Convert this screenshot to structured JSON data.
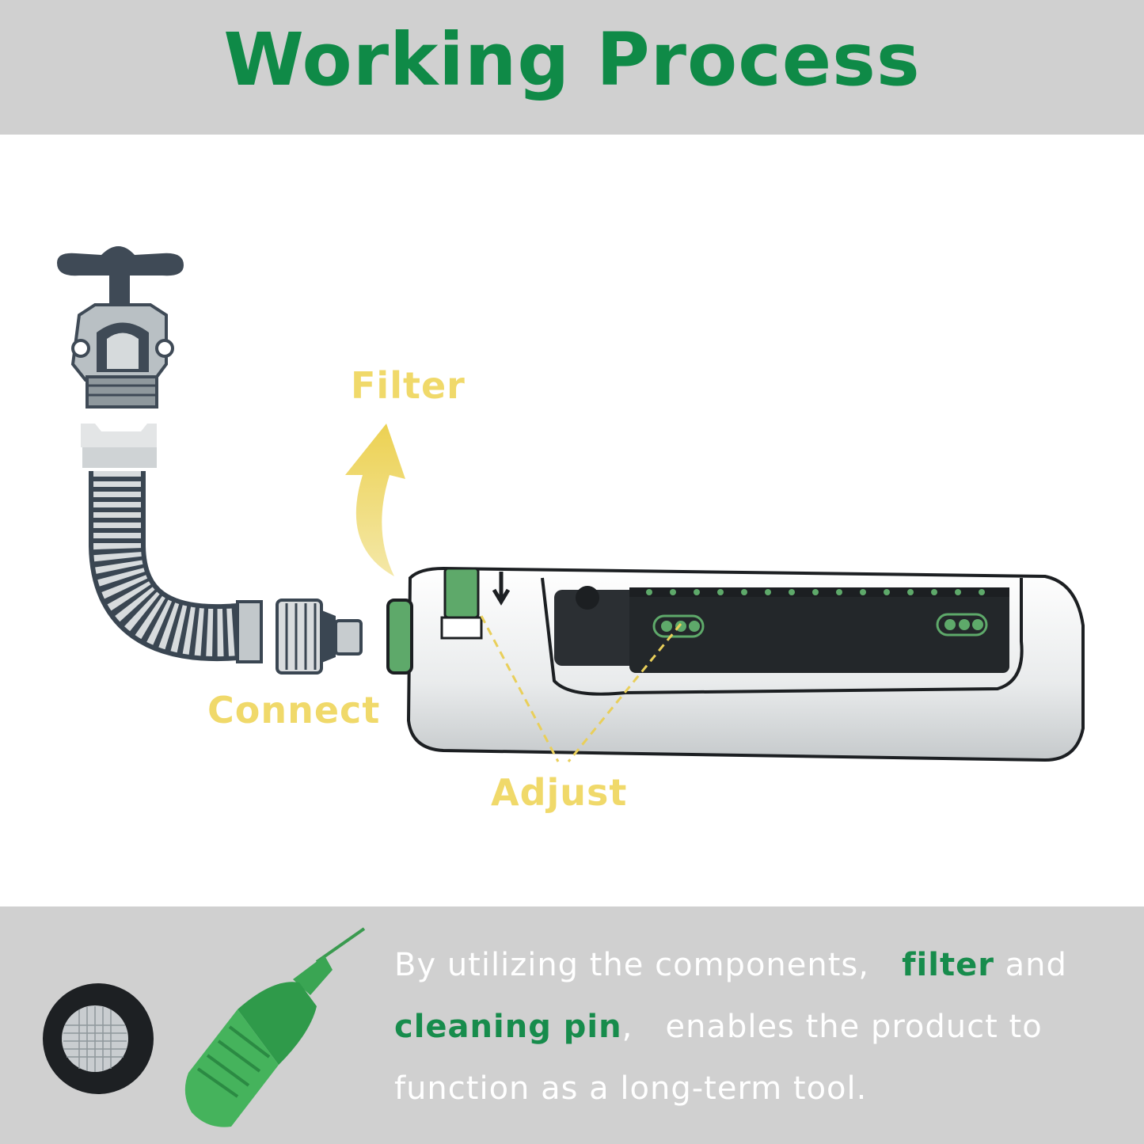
{
  "title": "Working Process",
  "colors": {
    "title_green": "#0f8a47",
    "label_yellow": "#f0d96a",
    "highlight_green": "#178c4c",
    "banner_gray": "#d0d0d0",
    "sprinkler_green": "#5ea96a"
  },
  "labels": {
    "filter": "Filter",
    "connect": "Connect",
    "adjust": "Adjust"
  },
  "description": {
    "part1": "By utilizing the components,",
    "highlight1": "filter",
    "part2": "and",
    "highlight2": "cleaning pin",
    "part3": ",",
    "part4": "enables the product to function as a long-term tool."
  },
  "icons": {
    "faucet": "faucet-icon",
    "hose": "flexible-hose-icon",
    "connector": "hose-connector-icon",
    "sprinkler": "oscillating-sprinkler-icon",
    "arrow": "curved-arrow-icon",
    "filter_washer": "filter-washer-icon",
    "cleaning_pin": "cleaning-pin-icon"
  }
}
